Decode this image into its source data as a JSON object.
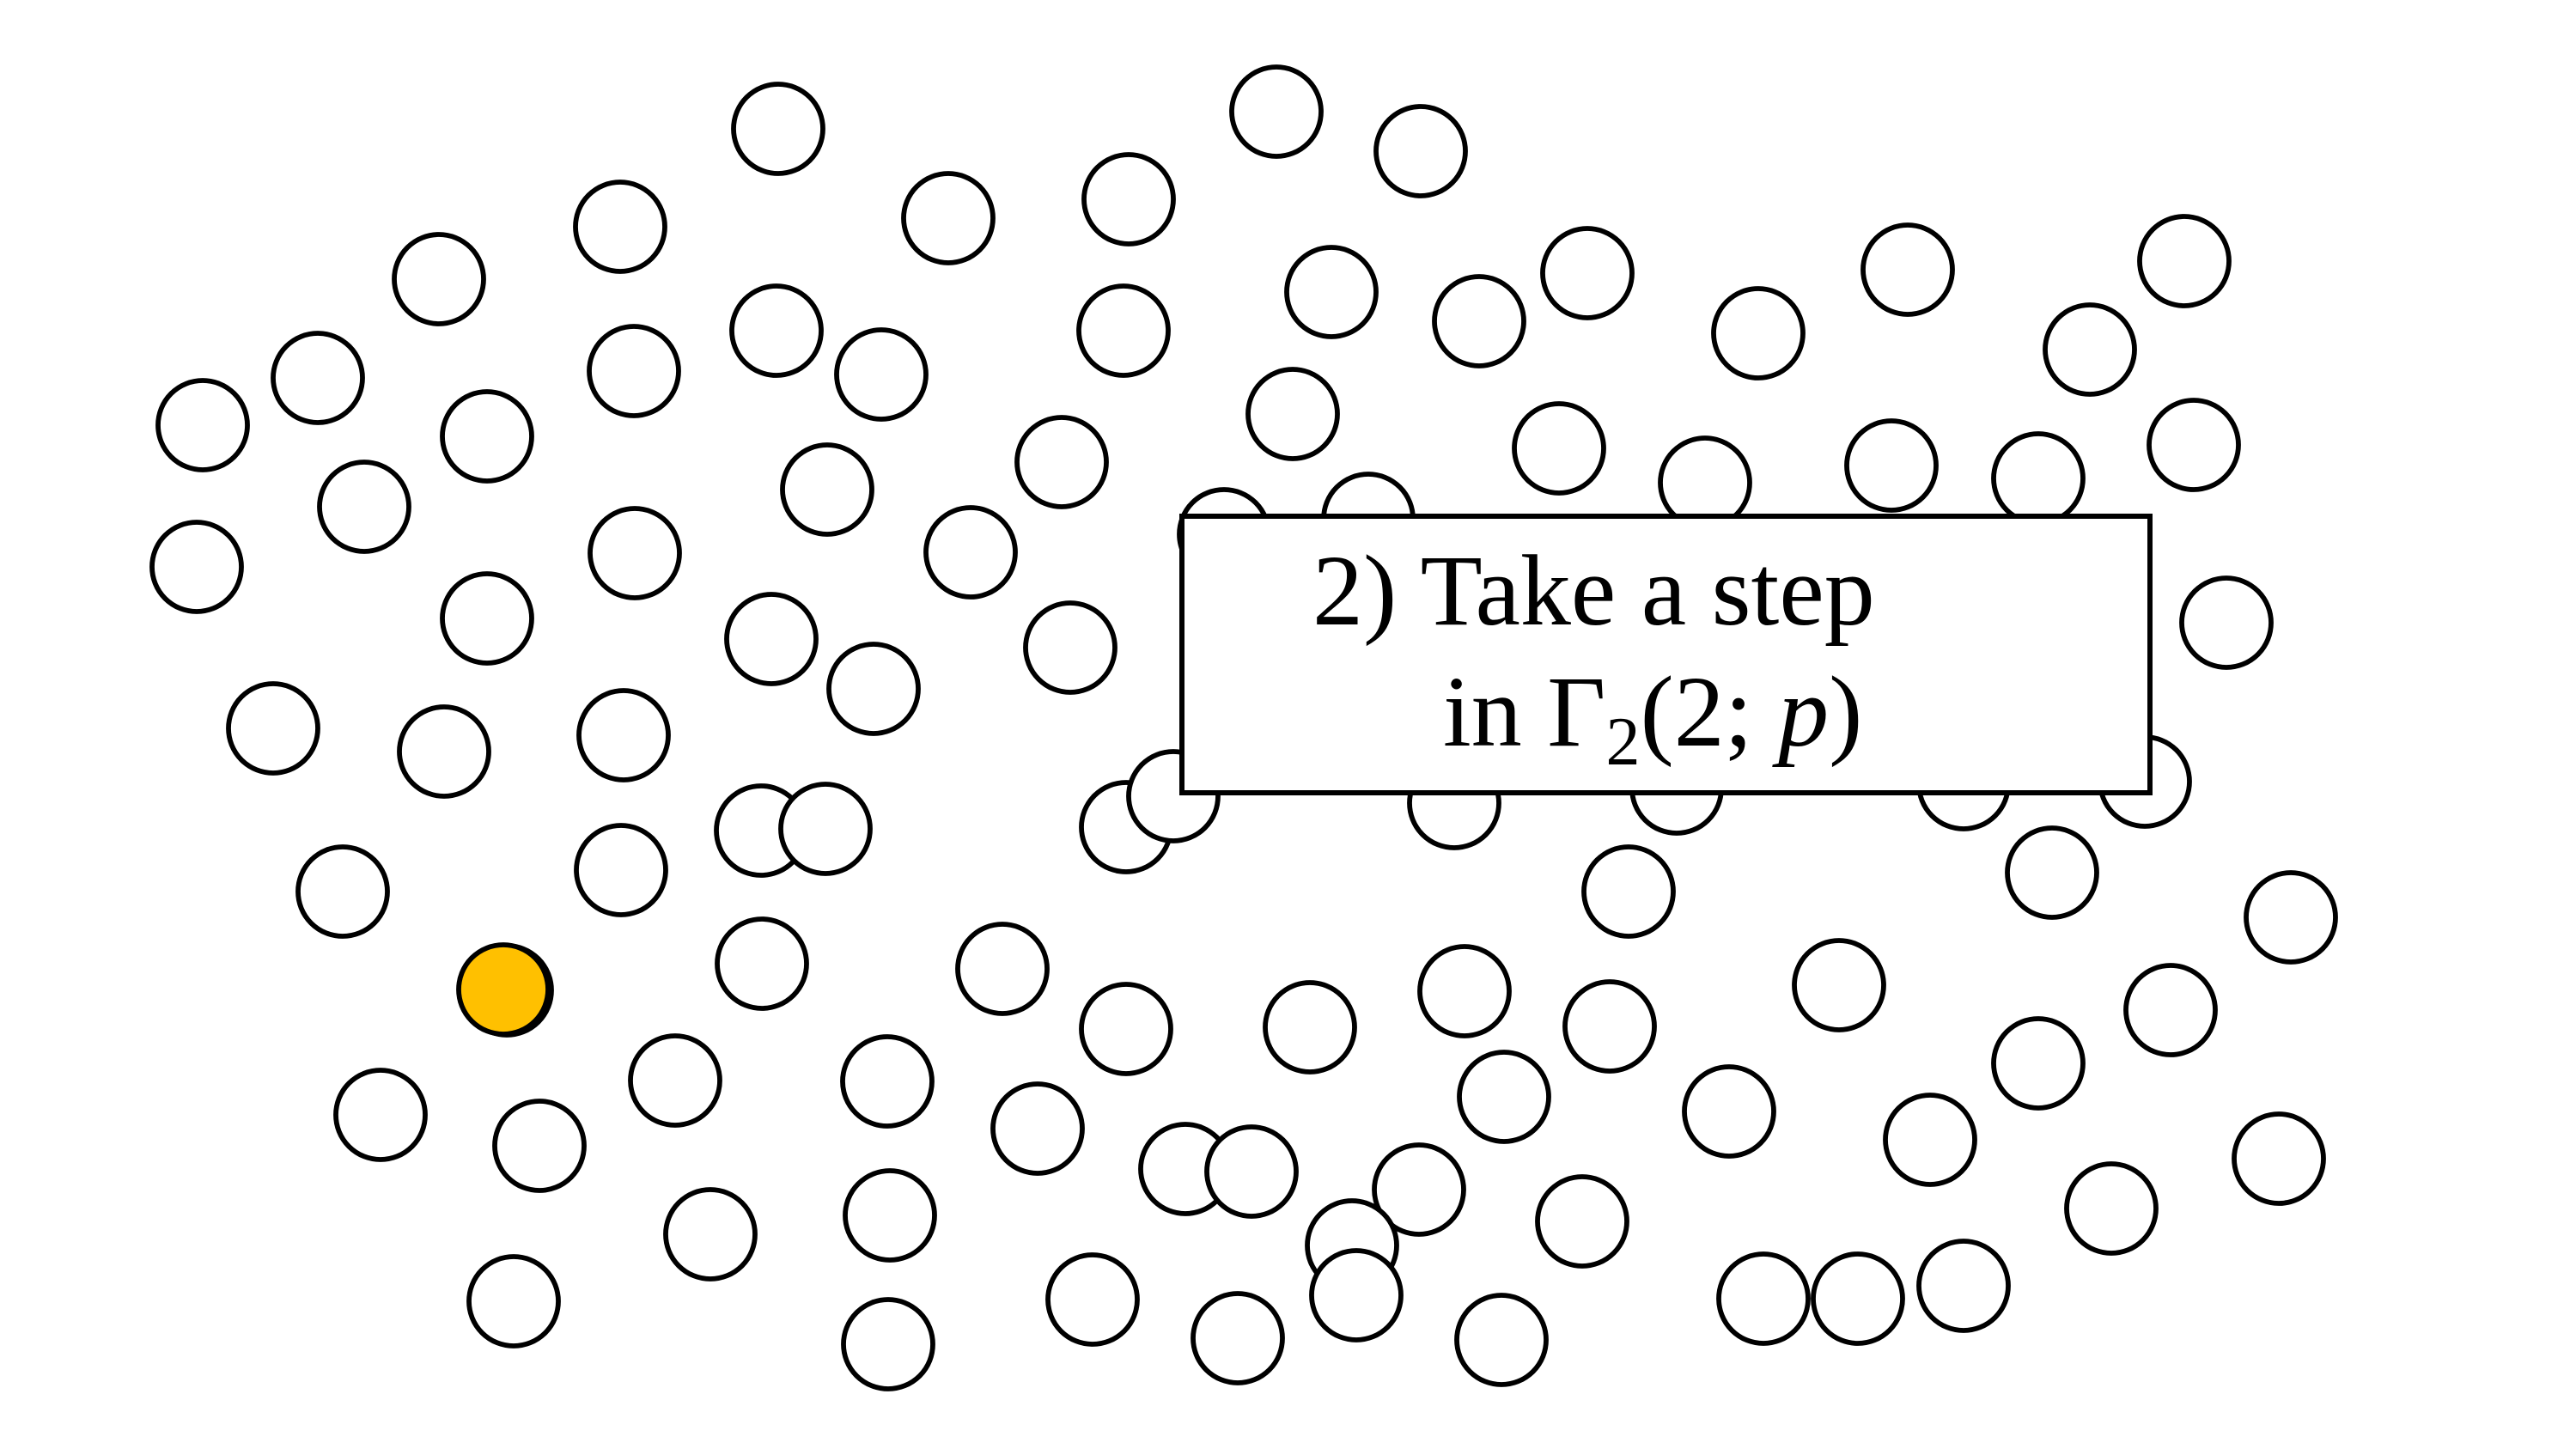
{
  "callout": {
    "line1": "2) Take a step",
    "line2_prefix": "in ",
    "line2_symbol": "Γ",
    "line2_subscript": "2",
    "line2_args_open": "(2; ",
    "line2_var": "p",
    "line2_args_close": ")"
  },
  "colors": {
    "node_fill": "#ffffff",
    "node_stroke": "#000000",
    "highlight_fill": "#ffc000",
    "callout_border": "#000000",
    "callout_fill": "#ffffff"
  },
  "graph": {
    "node_count": 105,
    "highlighted_nodes": 1
  }
}
